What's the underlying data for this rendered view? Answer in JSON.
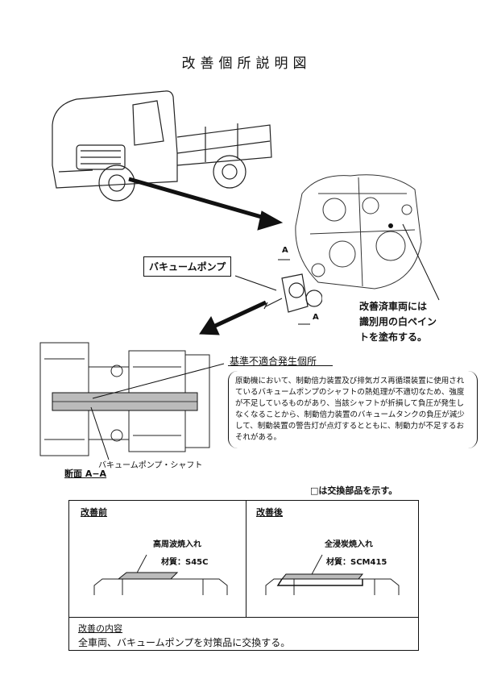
{
  "title": "改善個所説明図",
  "labels": {
    "vacuum_pump": "バキュームポンプ",
    "white_paint_line1": "改善済車両には",
    "white_paint_line2": "識別用の白ペイン",
    "white_paint_line3": "トを塗布する。",
    "section_mark_top": "A",
    "section_mark_bottom": "A",
    "defect_location": "基準不適合発生個所",
    "explanation": "原動機において、制動倍力装置及び排気ガス再循環装置に使用されているバキュームポンプのシャフトの熱処理が不適切なため、強度が不足しているものがあり、当該シャフトが折損して負圧が発生しなくなることから、制動倍力装置のバキュームタンクの負圧が減少して、制動装置の警告灯が点灯するとともに、制動力が不足するおそれがある。",
    "shaft_label": "バキュームポンプ・シャフト",
    "section_title": "断面 A−A",
    "legend": "□は交換部品を示す。"
  },
  "comparison": {
    "before": {
      "heading": "改善前",
      "process": "高周波焼入れ",
      "material": "材質：S45C"
    },
    "after": {
      "heading": "改善後",
      "process": "全浸炭焼入れ",
      "material": "材質：SCM415"
    }
  },
  "improvement": {
    "heading": "改善の内容",
    "text": "全車両、バキュームポンプを対策品に交換する。"
  }
}
